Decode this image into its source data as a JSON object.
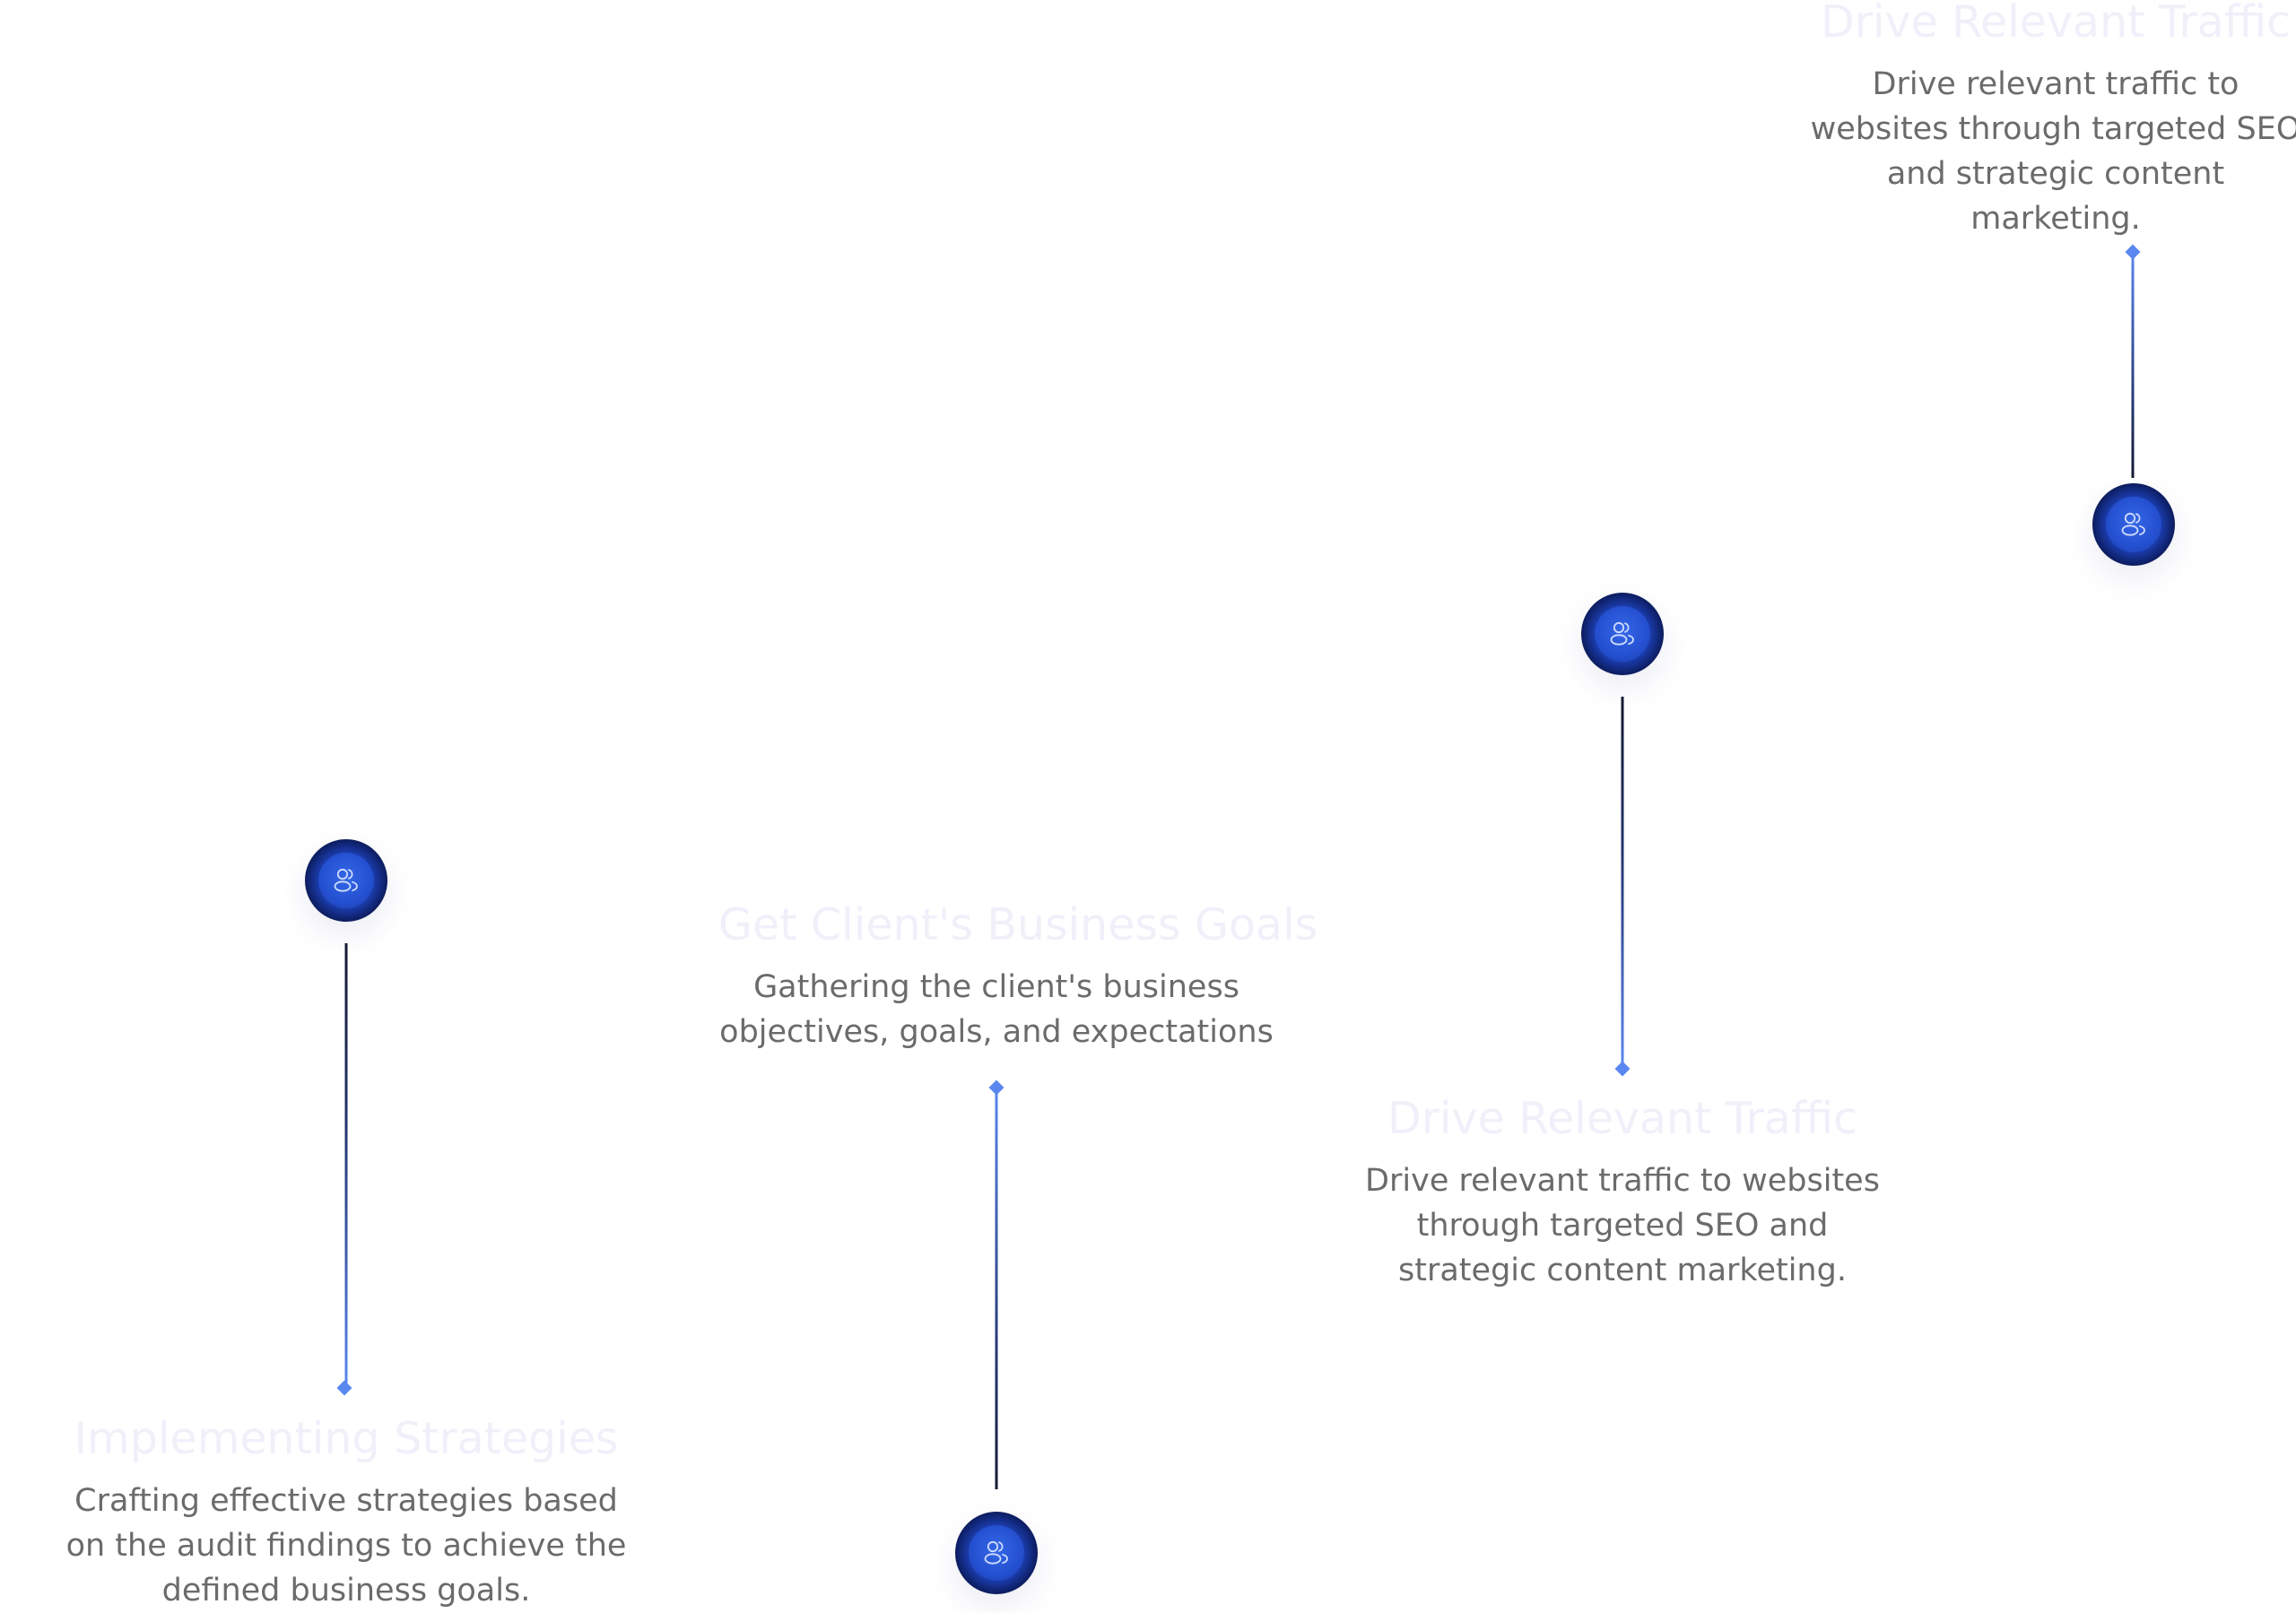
{
  "steps": [
    {
      "title": "Drive Relevant Traffic",
      "description": "Drive relevant traffic to websites through targeted SEO and strategic content marketing.",
      "icon": "users-icon"
    },
    {
      "title": "Drive Relevant Traffic",
      "description": "Drive relevant traffic to websites through targeted SEO and strategic content marketing.",
      "icon": "users-icon"
    },
    {
      "title": "Get Client's Business Goals",
      "description": "Gathering the client's business objectives, goals, and expectations",
      "icon": "users-icon"
    },
    {
      "title": "Implementing Strategies",
      "description": "Crafting effective strategies based on the audit findings to achieve the defined business goals.",
      "icon": "users-icon"
    }
  ],
  "colors": {
    "accent": "#5a87f0",
    "node_dark": "#020824",
    "node_blue": "#2450d0",
    "title": "#f1effa",
    "description": "#6b6b6b"
  }
}
